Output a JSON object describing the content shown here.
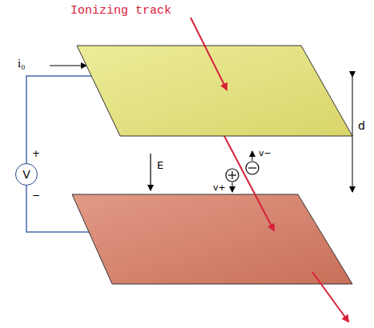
{
  "diagram": {
    "nodes": [
      {
        "text": [
          "V"
        ]
      }
    ],
    "labels": [
      "Ionizing track",
      "i₀",
      "+",
      "−",
      "E",
      "d",
      "v+",
      "v−"
    ]
  }
}
